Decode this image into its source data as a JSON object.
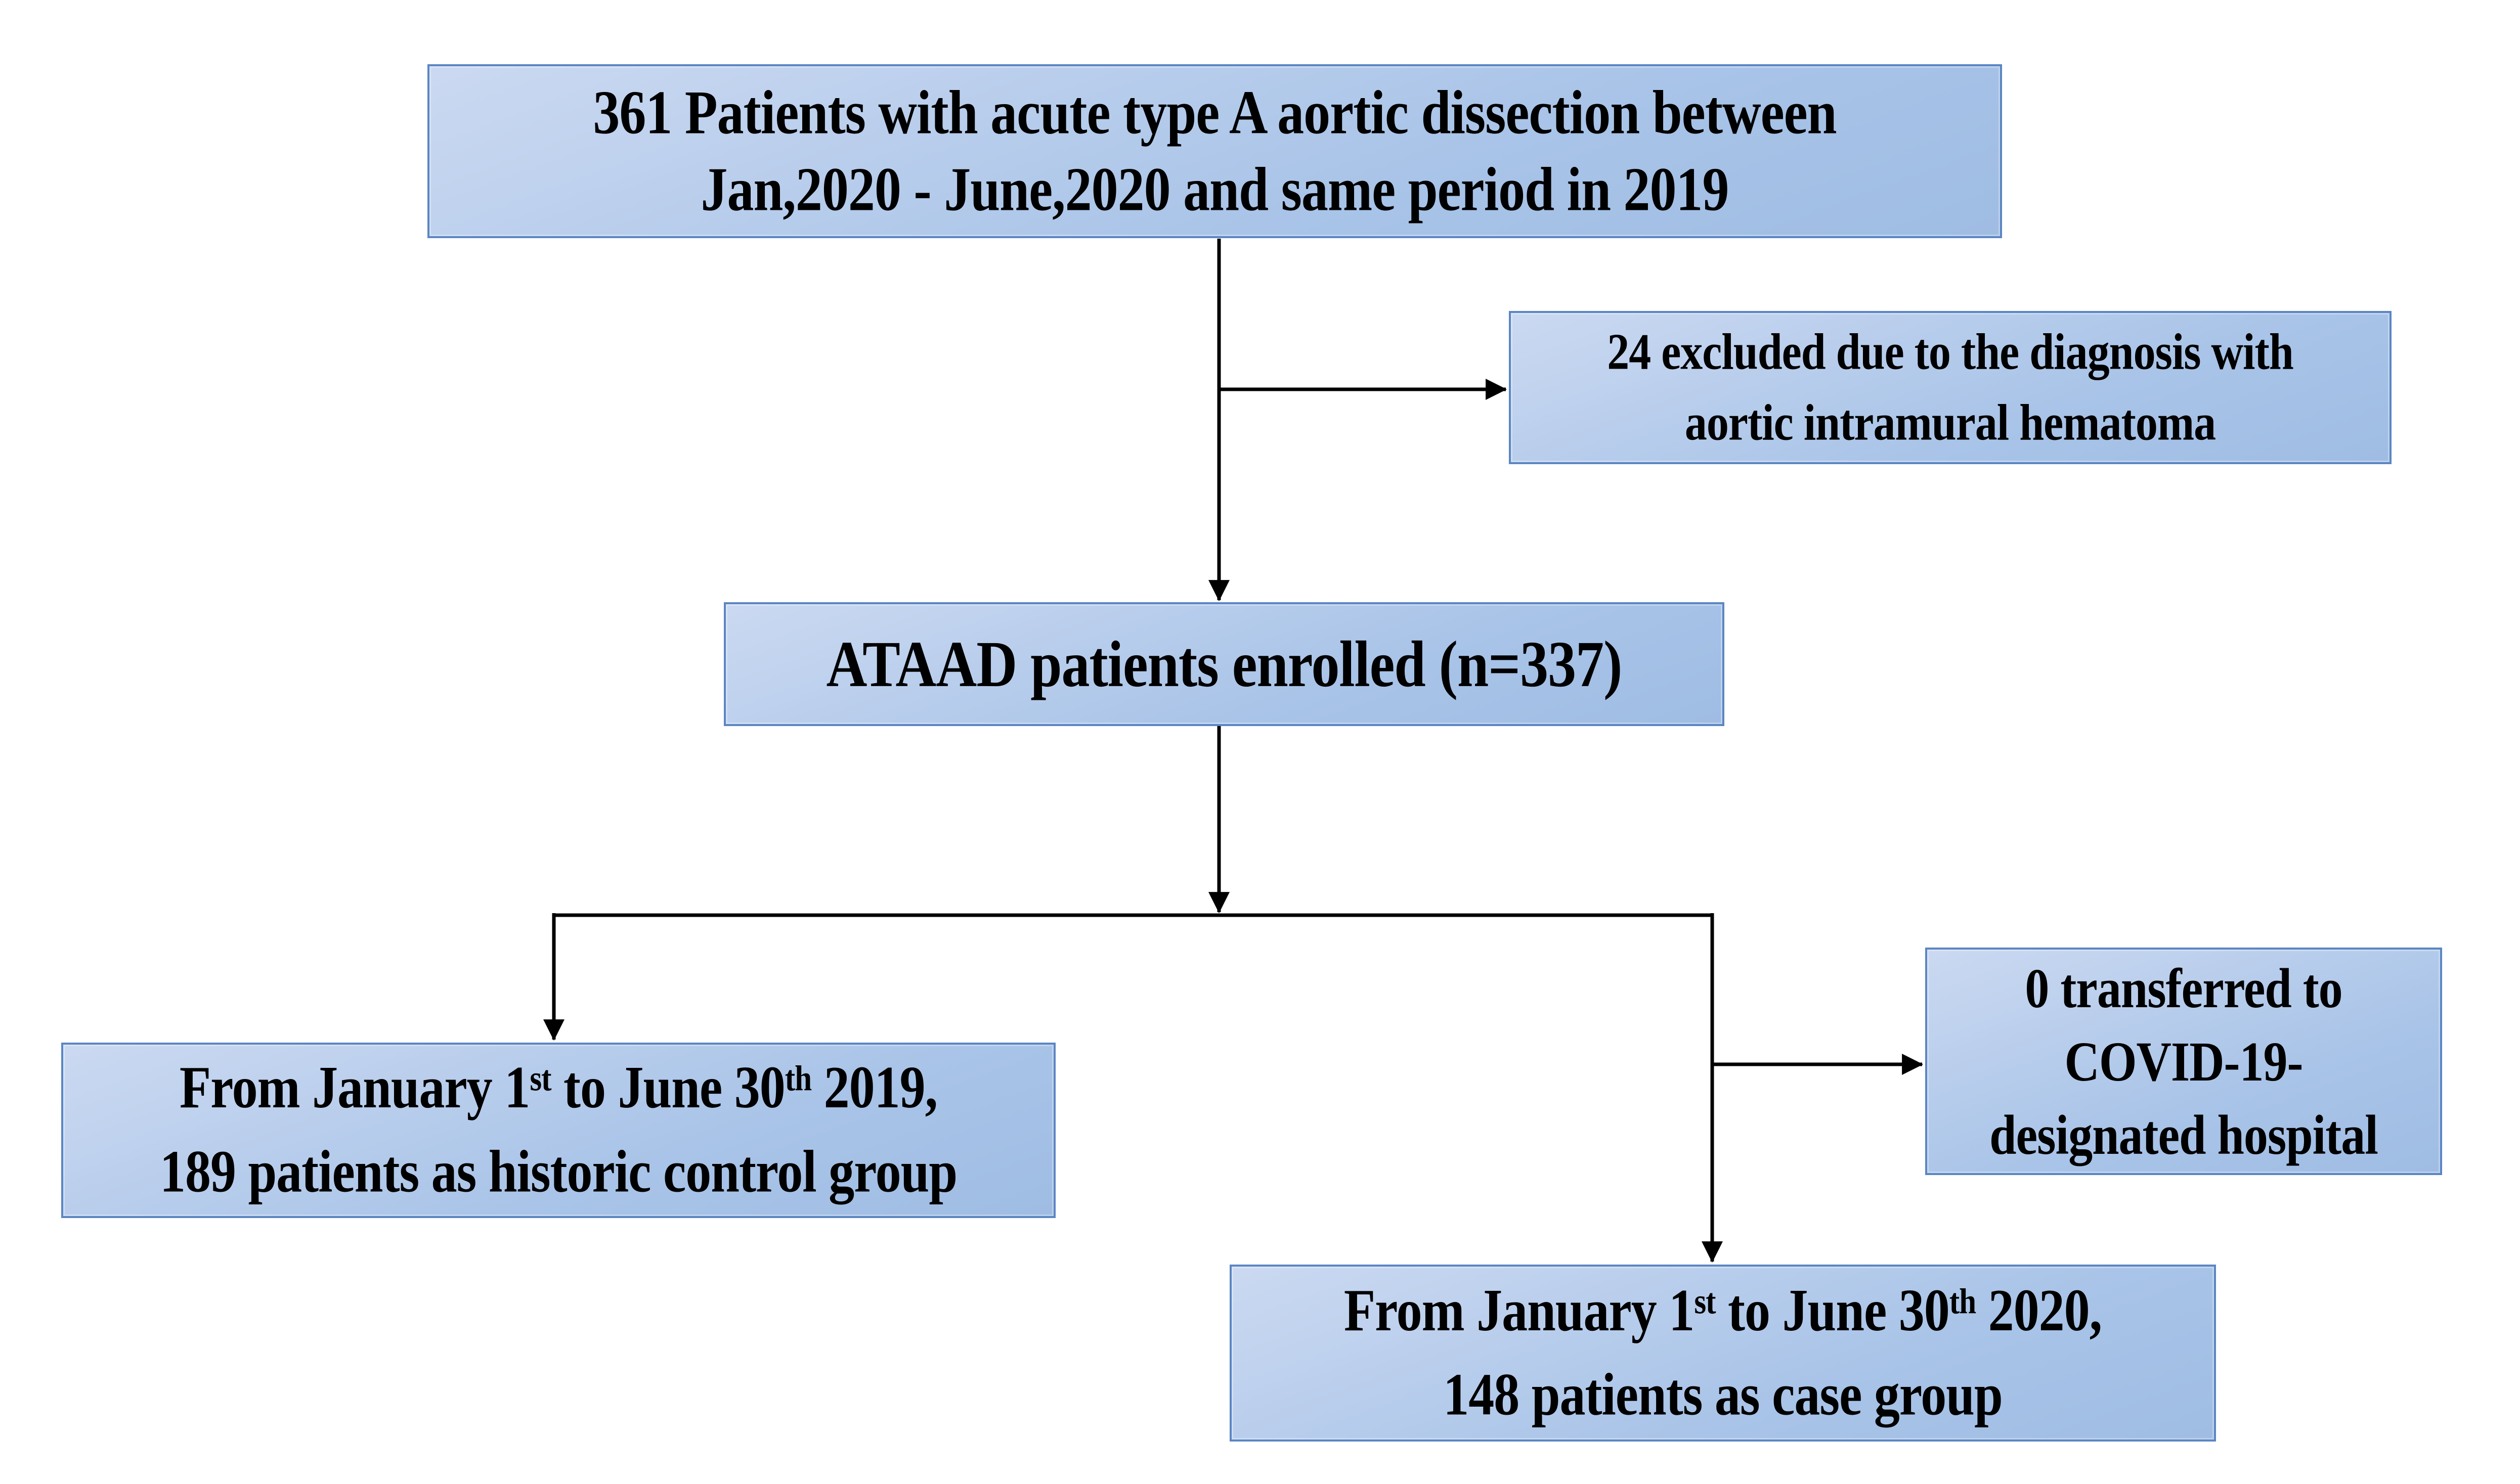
{
  "diagram": {
    "title": "ATAAD patient enrollment flowchart",
    "colors": {
      "background": "#ffffff",
      "box_border": "#5b86c3",
      "box_fill_top": "#cbd9f1",
      "box_fill_mid": "#a9c4e8",
      "box_fill_bottom": "#9fbce3",
      "line": "#000000",
      "text": "#000000"
    },
    "nodes": {
      "source": {
        "lines": [
          [
            {
              "t": "361 Patients with acute type A aortic dissection between"
            }
          ],
          [
            {
              "t": "Jan,2020 - June,2020 and same period in 2019"
            }
          ]
        ]
      },
      "excluded": {
        "lines": [
          [
            {
              "t": "24 excluded due to the diagnosis with"
            }
          ],
          [
            {
              "t": "aortic intramural hematoma"
            }
          ]
        ]
      },
      "enrolled": {
        "lines": [
          [
            {
              "t": "ATAAD patients enrolled (n=337)"
            }
          ]
        ]
      },
      "control": {
        "lines": [
          [
            {
              "t": "From January 1"
            },
            {
              "t": "st",
              "sup": true
            },
            {
              "t": " to June 30"
            },
            {
              "t": "th",
              "sup": true
            },
            {
              "t": " 2019,"
            }
          ],
          [
            {
              "t": "189 patients as historic control group"
            }
          ]
        ]
      },
      "covid": {
        "lines": [
          [
            {
              "t": "0 transferred to"
            }
          ],
          [
            {
              "t": "COVID-19-"
            }
          ],
          [
            {
              "t": "designated hospital"
            }
          ]
        ]
      },
      "case": {
        "lines": [
          [
            {
              "t": "From January 1"
            },
            {
              "t": "st",
              "sup": true
            },
            {
              "t": " to June 30"
            },
            {
              "t": "th",
              "sup": true
            },
            {
              "t": " 2020,"
            }
          ],
          [
            {
              "t": "148 patients as case group"
            }
          ]
        ]
      }
    }
  }
}
